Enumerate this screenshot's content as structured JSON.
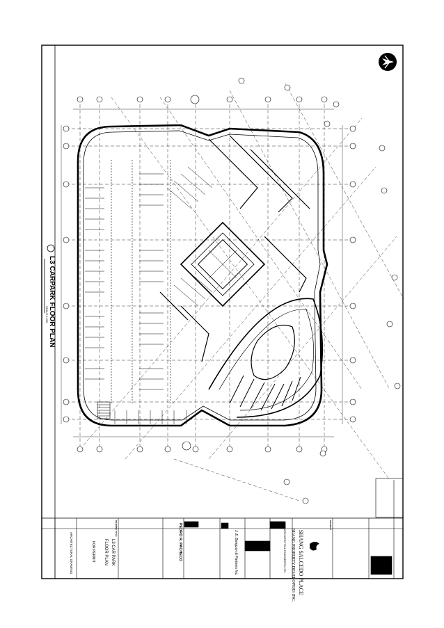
{
  "drawing": {
    "title": "L3 CARPARK FLOOR PLAN",
    "scale_note": "SCALE 1:200"
  },
  "title_block": {
    "project_name": "SHANG SALCEDO PLACE",
    "developer": "SHANG PROPERTY DEVELOPERS INC.",
    "architect": "P&T ARCHITECTS & ENGINEERS LTD.",
    "local_architect": "PEDRO R. PACHECO",
    "structural_engineer": "J. E. Bengzon & Partners Inc.",
    "sheet_title_line1": "L3 CAR PARK",
    "sheet_title_line2": "FLOOR PLAN",
    "purpose": "FOR PERMIT",
    "discipline": "ARCHITECTURAL DRAWING",
    "project_label": "PROJECT",
    "drawing_title_label": "DRAWING TITLE"
  },
  "colors": {
    "line": "#000000",
    "paper": "#ffffff"
  }
}
